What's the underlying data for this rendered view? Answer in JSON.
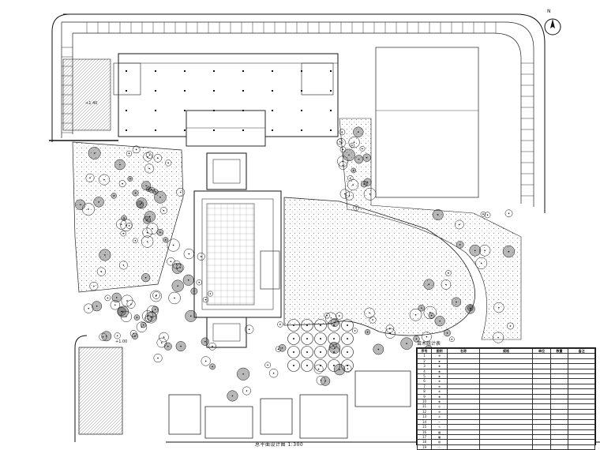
{
  "drawing": {
    "caption": "总平面设计图",
    "north_label": "N",
    "scale_note": "1:300"
  },
  "labels": {
    "upper_left": "+1.40",
    "left_mid": "+1.00"
  },
  "legend": {
    "title": "苗木统计表",
    "headers": [
      "序号",
      "图例",
      "名称",
      "规格",
      "单位",
      "数量",
      "备注"
    ],
    "rows": [
      [
        "1",
        "⊛",
        "",
        "",
        "",
        "",
        ""
      ],
      [
        "2",
        "✺",
        "",
        "",
        "",
        "",
        ""
      ],
      [
        "3",
        "❀",
        "",
        "",
        "",
        "",
        ""
      ],
      [
        "4",
        "✽",
        "",
        "",
        "",
        "",
        ""
      ],
      [
        "5",
        "✱",
        "",
        "",
        "",
        "",
        ""
      ],
      [
        "6",
        "❁",
        "",
        "",
        "",
        "",
        ""
      ],
      [
        "7",
        "✻",
        "",
        "",
        "",
        "",
        ""
      ],
      [
        "8",
        "✼",
        "",
        "",
        "",
        "",
        ""
      ],
      [
        "9",
        "❃",
        "",
        "",
        "",
        "",
        ""
      ],
      [
        "10",
        "✾",
        "",
        "",
        "",
        "",
        ""
      ],
      [
        "11",
        "◎",
        "",
        "",
        "",
        "",
        ""
      ],
      [
        "12",
        "⊕",
        "",
        "",
        "",
        "",
        ""
      ],
      [
        "13",
        "✲",
        "",
        "",
        "",
        "",
        ""
      ],
      [
        "14",
        "—",
        "",
        "",
        "",
        "",
        ""
      ],
      [
        "15",
        "∿",
        "",
        "",
        "",
        "",
        ""
      ],
      [
        "16",
        "▨",
        "",
        "",
        "",
        "",
        ""
      ],
      [
        "17",
        "▦",
        "",
        "",
        "",
        "",
        ""
      ],
      [
        "18",
        "▤",
        "",
        "",
        "",
        "",
        ""
      ],
      [
        "19",
        "⁘",
        "",
        "",
        "",
        "",
        ""
      ]
    ]
  }
}
